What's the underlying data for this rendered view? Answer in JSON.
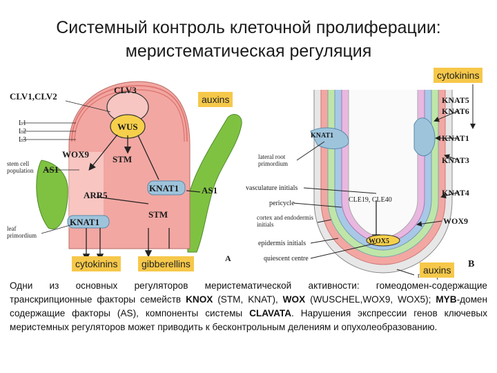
{
  "title_line1": "Системный контроль клеточной пролиферации:",
  "title_line2": "меристематическая регуляция",
  "tags": {
    "cytokinins_top": "cytokinins",
    "auxins_top": "auxins",
    "cytokinins_bottom": "cytokinins",
    "gibberellins": "gibberellins",
    "auxins_bottom": "auxins"
  },
  "panel_a": {
    "letter": "A",
    "labels": {
      "clv1_clv2": "CLV1,CLV2",
      "clv3": "CLV3",
      "wus": "WUS",
      "wox9": "WOX9",
      "stm_top": "STM",
      "arr5": "ARR5",
      "knat1_mid": "KNAT1",
      "as1_right": "AS1",
      "as1_left": "AS1",
      "stm_bottom": "STM",
      "knat1_left": "KNAT1",
      "l1": "L1",
      "l2": "L2",
      "l3": "L3",
      "stem_cell": "stem cell population",
      "leaf_primordium": "leaf primordium"
    }
  },
  "panel_b": {
    "letter": "B",
    "labels": {
      "knat5": "KNAT5",
      "knat6": "KNAT6",
      "knat1_right": "KNAT1",
      "knat3": "KNAT3",
      "knat4": "KNAT4",
      "wox9": "WOX9",
      "wox5": "WOX5",
      "knat1_left": "KNAT1",
      "lateral_root": "lateral root primordium",
      "vasculature": "vasculature initials",
      "pericycle": "pericycle",
      "cortex": "cortex and endodermis initials",
      "epidermis": "epidermis initials",
      "quiescent": "quiescent centre",
      "root_cap": "root cap",
      "cle": "CLE19, CLE40"
    }
  },
  "description": {
    "p1": "Одни из основных регуляторов меристематической активности: гомеодомен-содержащие транскрипционные факторы семейств ",
    "knox": "KNOX",
    "p2": " (STM, KNAT), ",
    "wox": "WOX",
    "p3": " (WUSCHEL,WOX9, WOX5); ",
    "myb": "MYB",
    "p4": "-домен содержащие факторы (AS), компоненты системы ",
    "clavata": "CLAVATA",
    "p5": ". Нарушения экспрессии генов ключевых меристемных регуляторов может приводить к бесконтрольным делениям и опухолеобразованию."
  }
}
